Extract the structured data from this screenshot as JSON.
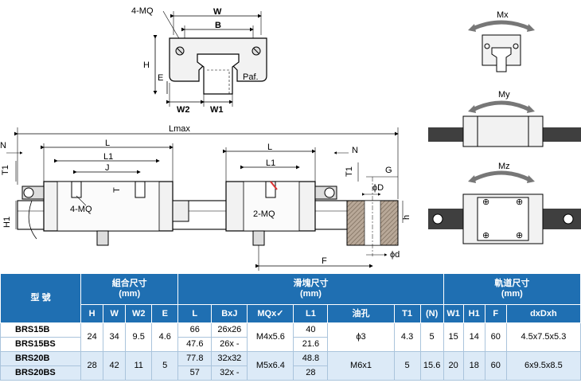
{
  "diagram": {
    "top_labels": {
      "mq": "4-MQ",
      "w": "W",
      "b": "B",
      "h": "H",
      "e": "E",
      "w2": "W2",
      "w1": "W1",
      "paf": "Paf."
    },
    "side_labels": {
      "lmax": "Lmax",
      "n_left": "N",
      "l_left": "L",
      "l1_left": "L1",
      "j": "J",
      "t1_left": "T1",
      "t": "T",
      "h1_left": "H1",
      "mq_left": "4-MQ",
      "l_right": "L",
      "n_right": "N",
      "l1_right": "L1",
      "t1_right": "T1",
      "mq_right": "2-MQ",
      "g": "G",
      "d_big": "ϕD",
      "h_small": "h",
      "d_small": "ϕd",
      "f": "F"
    },
    "moments": {
      "mx": "Mx",
      "my": "My",
      "mz": "Mz"
    }
  },
  "table": {
    "model_header": "型 號",
    "group_headers": [
      {
        "line1": "組合尺寸",
        "line2": "(mm)"
      },
      {
        "line1": "滑塊尺寸",
        "line2": "(mm)"
      },
      {
        "line1": "軌道尺寸",
        "line2": "(mm)"
      }
    ],
    "sub_headers": [
      "H",
      "W",
      "W2",
      "E",
      "L",
      "BxJ",
      "MQx",
      "L1",
      "油孔",
      "T1",
      "(N)",
      "W1",
      "H1",
      "F",
      "dxDxh"
    ],
    "rows": [
      {
        "model": "BRS15B",
        "H": "24",
        "W": "34",
        "W2": "9.5",
        "E": "4.6",
        "L": "66",
        "BxJ": "26x26",
        "MQ": "M4x5.6",
        "L1": "40",
        "oil": "ϕ3",
        "T1": "4.3",
        "N": "5",
        "W1": "15",
        "H1": "14",
        "F": "60",
        "dDh": "4.5x7.5x5.3"
      },
      {
        "model": "BRS15BS",
        "L": "47.6",
        "BxJ": "26x -",
        "L1": "21.6"
      },
      {
        "model": "BRS20B",
        "H": "28",
        "W": "42",
        "W2": "11",
        "E": "5",
        "L": "77.8",
        "BxJ": "32x32",
        "MQ": "M5x6.4",
        "L1": "48.8",
        "oil": "M6x1",
        "T1": "5",
        "N": "15.6",
        "W1": "20",
        "H1": "18",
        "F": "60",
        "dDh": "6x9.5x8.5"
      },
      {
        "model": "BRS20BS",
        "L": "57",
        "BxJ": "32x -",
        "L1": "28"
      }
    ]
  },
  "colors": {
    "header_blue": "#1f6fb2",
    "row_alt": "#dceaf7",
    "rail_dark": "#3f3f3f",
    "hatch": "#9c8b7a"
  }
}
